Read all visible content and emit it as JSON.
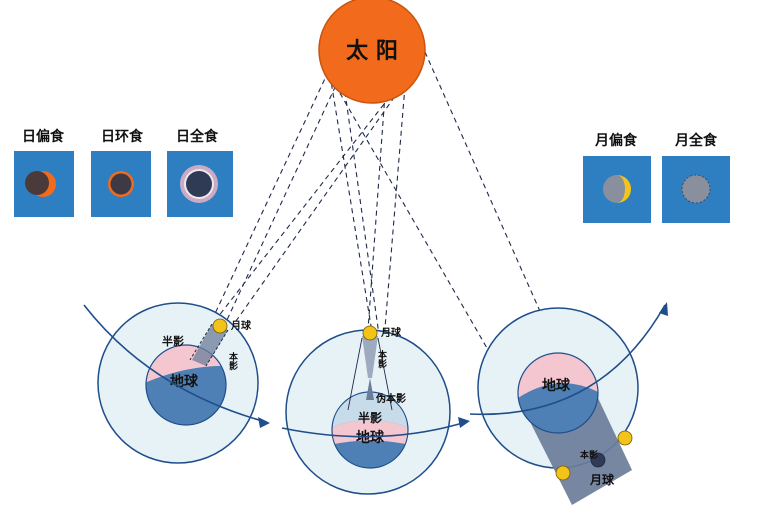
{
  "sun": {
    "label": "太 阳",
    "color": "#f26a1b"
  },
  "solar_eclipse_panels": [
    {
      "label": "日偏食"
    },
    {
      "label": "日环食"
    },
    {
      "label": "日全食"
    }
  ],
  "lunar_eclipse_panels": [
    {
      "label": "月偏食"
    },
    {
      "label": "月全食"
    }
  ],
  "diagram_partial_solar": {
    "earth_label": "地球",
    "moon_label": "月球",
    "penumbra_label": "半影",
    "umbra_label": "本影"
  },
  "diagram_annular_solar": {
    "earth_label": "地球",
    "moon_label": "月球",
    "penumbra_label": "半影",
    "umbra_label": "本影",
    "antumbra_label": "伪本影"
  },
  "diagram_lunar": {
    "earth_label": "地球",
    "moon_label": "月球",
    "umbra_label": "本影"
  },
  "colors": {
    "panel_blue": "#2e7fc2",
    "orbit_blue": "#1f4e8a",
    "earth_pink": "#f4c6d0",
    "earth_blue": "#4e7fb5",
    "shadow_gray": "#6b7d9a",
    "moon_yellow": "#f2c419"
  }
}
